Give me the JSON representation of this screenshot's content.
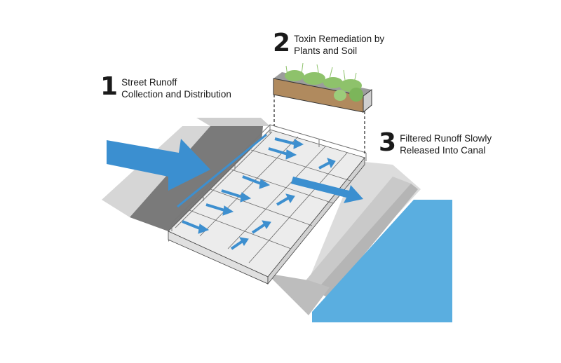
{
  "callouts": [
    {
      "number": "1",
      "line1": "Street Runoff",
      "line2": "Collection and Distribution"
    },
    {
      "number": "2",
      "line1": "Toxin Remediation by",
      "line2": "Plants and Soil"
    },
    {
      "number": "3",
      "line1": "Filtered Runoff Slowly",
      "line2": "Released Into Canal"
    }
  ],
  "colors": {
    "water": "#5aaee0",
    "flow_arrow": "#3d8fcf",
    "street": "#7d7d7d",
    "sidewalk": "#d9d9d9",
    "planter": "#eeeeee",
    "soil": "#b08a5e",
    "plants": "#8ec26b",
    "outline": "#333333"
  }
}
